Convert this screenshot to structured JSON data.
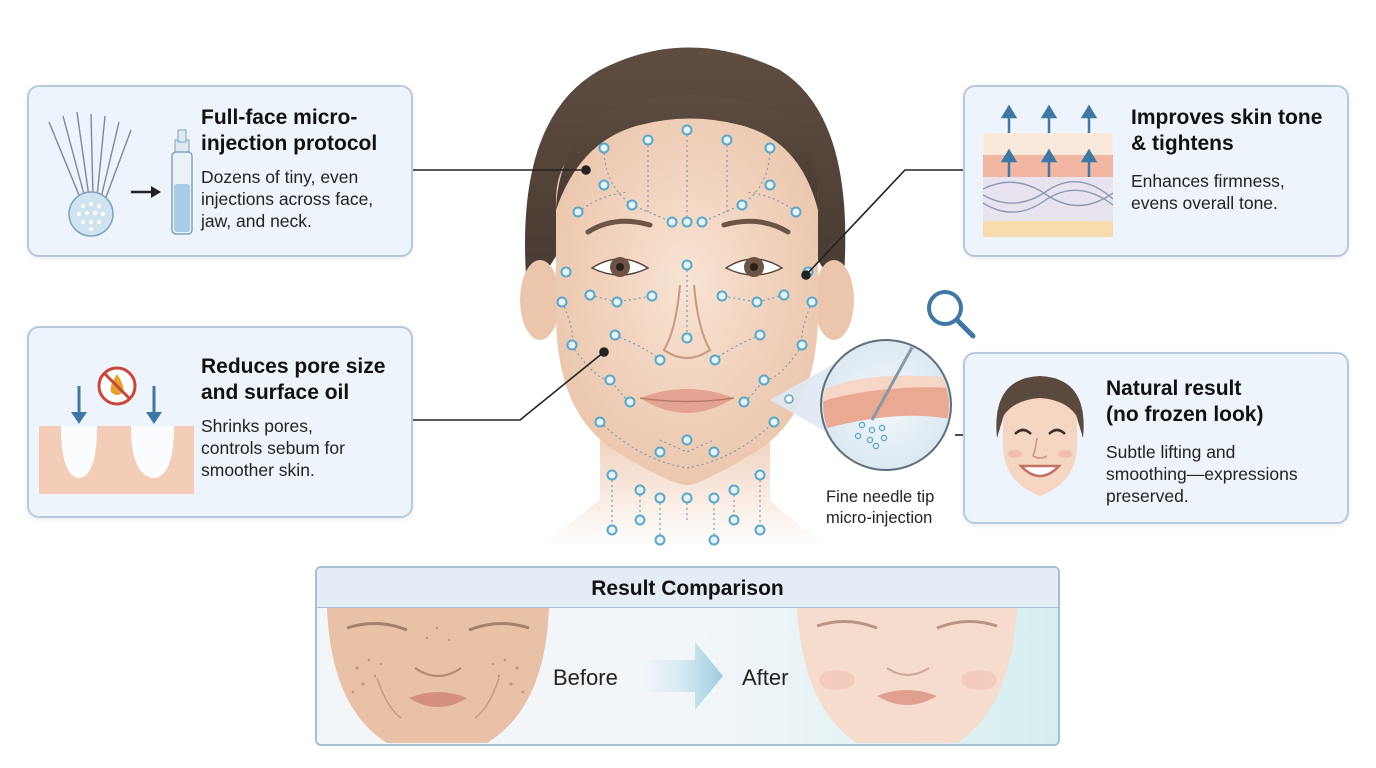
{
  "cards": {
    "injection": {
      "title_line1": "Full-face micro-",
      "title_line2": "injection protocol",
      "desc_line1": "Dozens of tiny, even",
      "desc_line2": "injections across face,",
      "desc_line3": "jaw, and neck."
    },
    "pores": {
      "title_line1": "Reduces pore size",
      "title_line2": "and surface oil",
      "desc_line1": "Shrinks pores,",
      "desc_line2": "controls sebum for",
      "desc_line3": "smoother skin."
    },
    "tone": {
      "title_line1": "Improves skin tone",
      "title_line2": "& tightens",
      "desc_line1": "Enhances firmness,",
      "desc_line2": "evens overall tone."
    },
    "natural": {
      "title_line1": "Natural result",
      "title_line2": "(no frozen look)",
      "desc_line1": "Subtle lifting and",
      "desc_line2": "smoothing—expressions",
      "desc_line3": "preserved."
    }
  },
  "needle_caption": {
    "line1": "Fine needle tip",
    "line2": "micro-injection"
  },
  "comparison": {
    "title": "Result Comparison",
    "before": "Before",
    "after": "After"
  },
  "colors": {
    "card_bg": "#eef4fb",
    "card_border": "#b7c9dc",
    "injection_dot": "#5aa7c9",
    "skin": "#f3d6c2",
    "hair": "#5a4a3e",
    "arrow_blue": "#3f78a3"
  }
}
